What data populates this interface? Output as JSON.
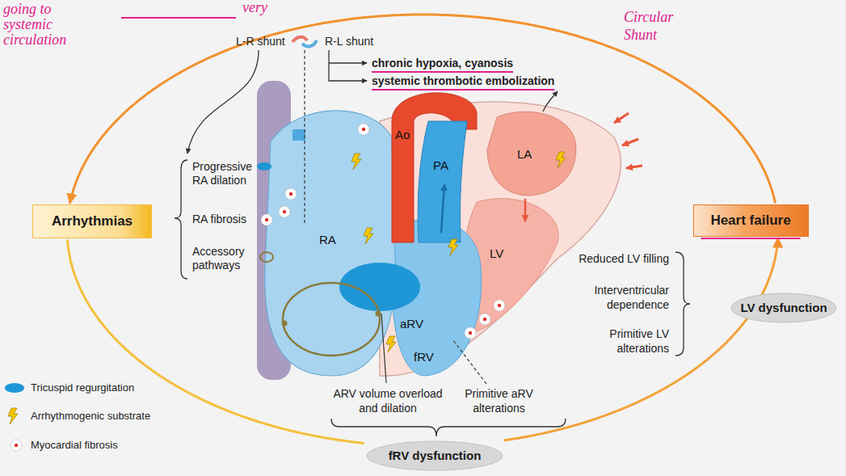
{
  "diagram": {
    "nodes": [
      {
        "text": [
          "Arrhythmias"
        ]
      },
      {
        "text": [
          "Heart failure"
        ]
      },
      {
        "text": [
          "LV dysfunction"
        ]
      },
      {
        "text": [
          "fRV dysfunction"
        ]
      }
    ],
    "edges": [
      {
        "from": 1,
        "to": 0,
        "arrow": "to"
      },
      {
        "from": 0,
        "to": 3,
        "arrow": "none"
      },
      {
        "from": 3,
        "to": 1,
        "arrow": "to"
      }
    ],
    "labels": [
      "going to systemic circulation",
      "very",
      "Circular Shunt",
      "L-R shunt",
      "R-L shunt",
      "chronic hypoxia, cyanosis",
      "systemic thrombotic embolization",
      "Ao",
      "PA",
      "LA",
      "RA",
      "aRV",
      "fRV",
      "LV",
      "Progressive RA dilation",
      "RA fibrosis",
      "Accessory pathways",
      "Reduced LV filling",
      "Interventricular dependence",
      "Primitive LV alterations",
      "ARV volume overload and dilation",
      "Primitive aRV alterations"
    ],
    "legend": [
      {
        "text": "Tricuspid regurgitation",
        "color": "#1e96d6"
      },
      {
        "text": "Arrhythmogenic substrate"
      },
      {
        "text": "Myocardial fibrosis"
      }
    ]
  }
}
